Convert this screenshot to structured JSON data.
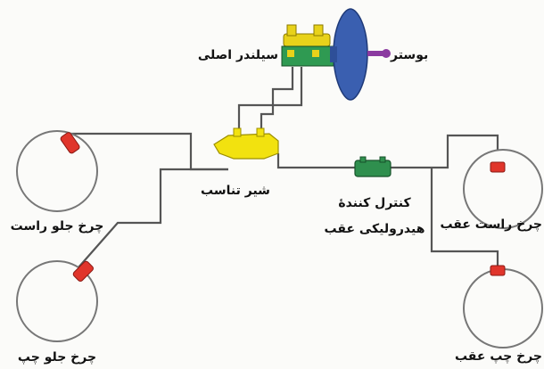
{
  "diagram": {
    "labels": {
      "booster": "بوستر",
      "master_cylinder": "سیلندر اصلی",
      "proportioning_valve": "شیر تناسب",
      "rear_hydraulic_control_line1": "کنترل کنندهٔ",
      "rear_hydraulic_control_line2": "هیدرولیکی عقب",
      "front_right_wheel": "چرخ جلو راست",
      "front_left_wheel": "چرخ جلو چپ",
      "rear_right_wheel": "چرخ راست عقب",
      "rear_left_wheel": "چرخ چپ عقب"
    },
    "colors": {
      "pipe": "#555555",
      "wheel": "#777777",
      "caliper": "#e0352b",
      "booster": "#3a5fb0",
      "master_cylinder_body": "#e8d21a",
      "reservoir": "#2f9a52",
      "proportioning_valve": "#f2e20f",
      "rear_control_valve": "#2f8f4e",
      "pushrod": "#8b3aa0"
    }
  }
}
